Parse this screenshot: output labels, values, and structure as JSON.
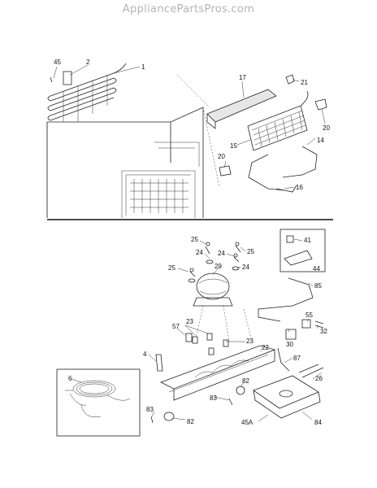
{
  "watermark": "AppliancePartsPros.com",
  "labels": {
    "l45": "45",
    "l2": "2",
    "l1": "1",
    "l17": "17",
    "l21": "21",
    "l20a": "20",
    "l15": "15",
    "l14": "14",
    "l20b": "20",
    "l16": "16",
    "l25a": "25",
    "l24a": "24",
    "l25b": "25",
    "l24b": "24",
    "l25c": "25",
    "l29": "29",
    "l41": "41",
    "l44": "44",
    "l85": "85",
    "l23a": "23",
    "l57": "57",
    "l23b": "23",
    "l55": "55",
    "l30": "30",
    "l32": "32",
    "l4": "4",
    "l22": "22",
    "l87": "87",
    "l6": "6",
    "l26": "26",
    "l82a": "82",
    "l83a": "83",
    "l83b": "83",
    "l82b": "82",
    "l84": "84",
    "l45A": "45A"
  }
}
